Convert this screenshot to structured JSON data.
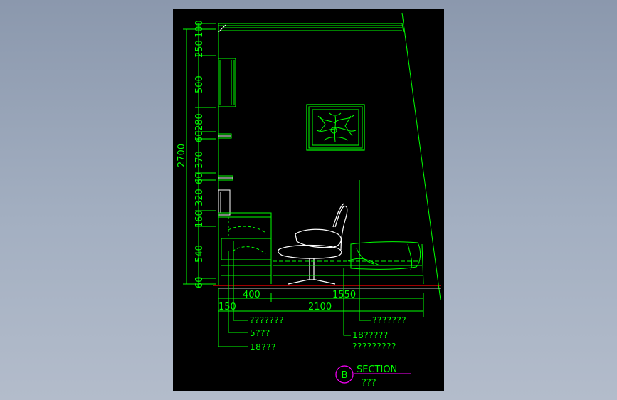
{
  "colors": {
    "background": "#000000",
    "line_green": "#00ff00",
    "furniture_white": "#ffffff",
    "floor_red": "#ff0000",
    "section_magenta": "#ff00ff"
  },
  "vertical_dims": {
    "total": "2700",
    "segments": [
      "100",
      "250",
      "500",
      "280",
      "60",
      "370",
      "60",
      "320",
      "160",
      "540",
      "60"
    ]
  },
  "horizontal_dims": {
    "upper": [
      "400",
      "1550"
    ],
    "lower": [
      "150",
      "2100"
    ]
  },
  "notes": {
    "note1": "???????",
    "note2": "5???",
    "note3": "18???",
    "note4": "???????",
    "note5": "18?????",
    "note6": "?????????"
  },
  "section": {
    "marker": "B",
    "title": "SECTION",
    "subtitle": "???"
  }
}
